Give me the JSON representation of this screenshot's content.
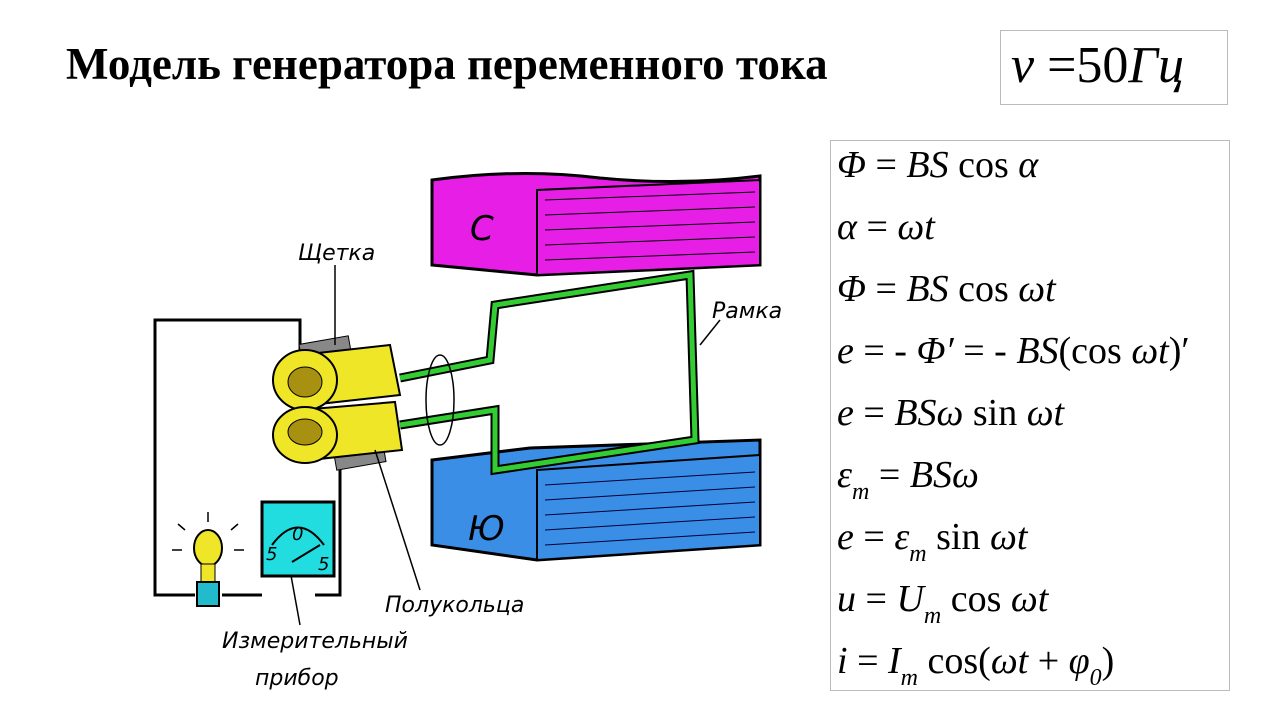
{
  "title": "Модель генератора переменного тока",
  "frequency": {
    "symbol": "ν",
    "eq": " =",
    "value": "50",
    "unit": "Гц"
  },
  "diagram": {
    "north_pole": "С",
    "south_pole": "Ю",
    "brush": "Щетка",
    "frame": "Рамка",
    "half_rings": "Полукольца",
    "meter_line1": "Измерительный",
    "meter_line2": "прибор",
    "meter_scale": [
      "5",
      "0",
      "5"
    ],
    "colors": {
      "north": "#e61ee6",
      "south": "#3a8ee6",
      "loop": "#33cc33",
      "rings": "#f0e628",
      "meter": "#22dde0"
    }
  },
  "formulas": [
    [
      [
        "Φ",
        "i"
      ],
      [
        " = ",
        "r"
      ],
      [
        "BS",
        "i"
      ],
      [
        " cos ",
        "r"
      ],
      [
        "α",
        "i"
      ]
    ],
    [
      [
        "α",
        "i"
      ],
      [
        " = ",
        "r"
      ],
      [
        "ωt",
        "i"
      ]
    ],
    [
      [
        "Φ",
        "i"
      ],
      [
        " = ",
        "r"
      ],
      [
        "BS",
        "i"
      ],
      [
        " cos ",
        "r"
      ],
      [
        "ωt",
        "i"
      ]
    ],
    [
      [
        "e",
        "i"
      ],
      [
        " = - ",
        "r"
      ],
      [
        "Φ′",
        "i"
      ],
      [
        " = - ",
        "r"
      ],
      [
        "BS",
        "i"
      ],
      [
        "(cos ",
        "r"
      ],
      [
        "ωt",
        "i"
      ],
      [
        ")′",
        "r"
      ]
    ],
    [
      [
        "e",
        "i"
      ],
      [
        " = ",
        "r"
      ],
      [
        "BSω",
        "i"
      ],
      [
        " sin ",
        "r"
      ],
      [
        "ωt",
        "i"
      ]
    ],
    [
      [
        "ε",
        "i"
      ],
      [
        "m",
        "sub"
      ],
      [
        " = ",
        "r"
      ],
      [
        "BSω",
        "i"
      ]
    ],
    [
      [
        "e",
        "i"
      ],
      [
        " = ",
        "r"
      ],
      [
        "ε",
        "i"
      ],
      [
        "m",
        "sub"
      ],
      [
        " sin ",
        "r"
      ],
      [
        "ωt",
        "i"
      ]
    ],
    [
      [
        "u",
        "i"
      ],
      [
        " = ",
        "r"
      ],
      [
        "U",
        "i"
      ],
      [
        "m",
        "sub"
      ],
      [
        " cos ",
        "r"
      ],
      [
        "ωt",
        "i"
      ]
    ],
    [
      [
        "i",
        "i"
      ],
      [
        " = ",
        "r"
      ],
      [
        "I",
        "i"
      ],
      [
        "m",
        "sub"
      ],
      [
        " cos(",
        "r"
      ],
      [
        "ωt",
        "i"
      ],
      [
        " + ",
        "r"
      ],
      [
        "φ",
        "i"
      ],
      [
        "0",
        "sub"
      ],
      [
        ")",
        "r"
      ]
    ]
  ]
}
